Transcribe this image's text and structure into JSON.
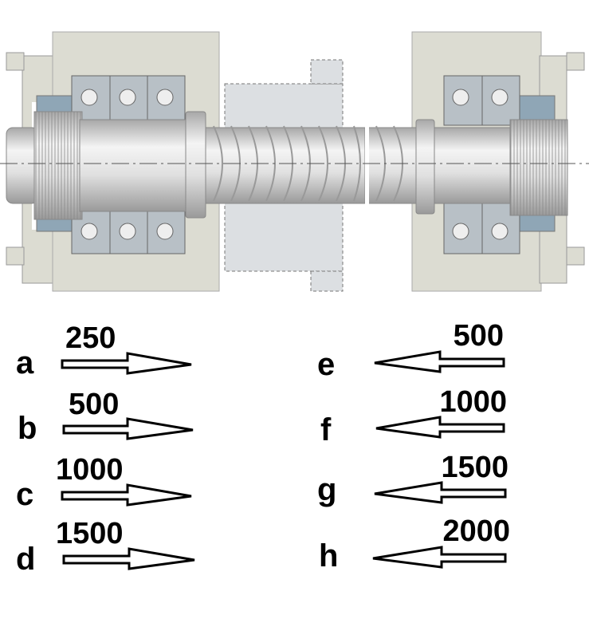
{
  "drawing": {
    "title": "Ball screw assembly with angular contact bearings"
  },
  "left_column": [
    {
      "letter": "a",
      "value": "250",
      "direction": "right"
    },
    {
      "letter": "b",
      "value": "500",
      "direction": "right"
    },
    {
      "letter": "c",
      "value": "1000",
      "direction": "right"
    },
    {
      "letter": "d",
      "value": "1500",
      "direction": "right"
    }
  ],
  "right_column": [
    {
      "letter": "e",
      "value": "500",
      "direction": "left"
    },
    {
      "letter": "f",
      "value": "1000",
      "direction": "left"
    },
    {
      "letter": "g",
      "value": "1500",
      "direction": "left"
    },
    {
      "letter": "h",
      "value": "2000",
      "direction": "left"
    }
  ],
  "colors": {
    "housing": "#dcdcd2",
    "bearing": "#b8c0c6",
    "shaft": "#d6d6d6",
    "nut": "#dcdfe2",
    "seal": "#8fa6b6"
  }
}
